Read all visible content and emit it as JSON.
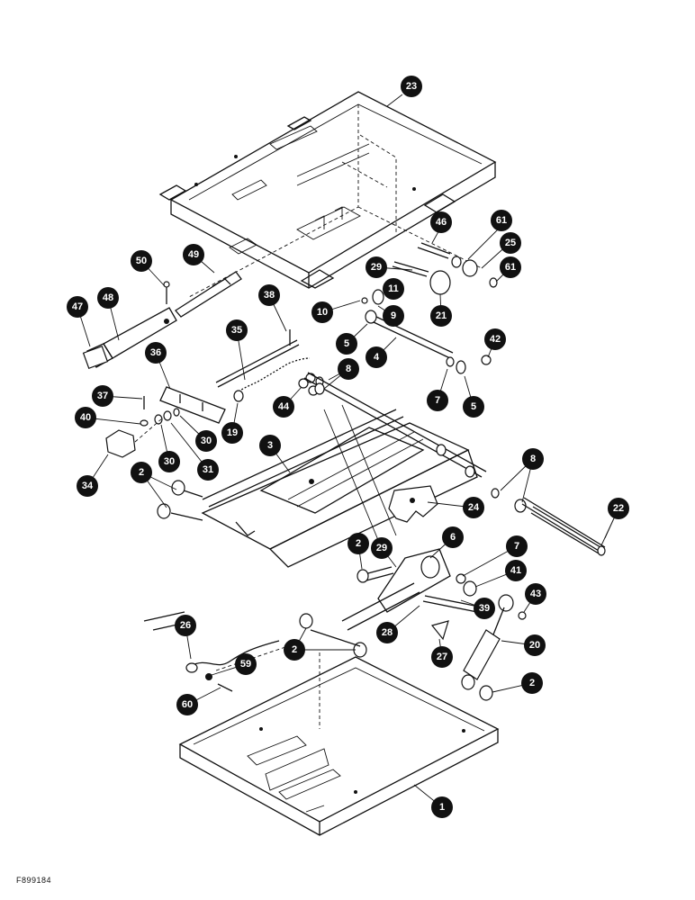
{
  "figure_code": "F899184",
  "callouts": [
    {
      "label": "23"
    },
    {
      "label": "46"
    },
    {
      "label": "61"
    },
    {
      "label": "25"
    },
    {
      "label": "61"
    },
    {
      "label": "29"
    },
    {
      "label": "11"
    },
    {
      "label": "21"
    },
    {
      "label": "50"
    },
    {
      "label": "49"
    },
    {
      "label": "47"
    },
    {
      "label": "48"
    },
    {
      "label": "38"
    },
    {
      "label": "10"
    },
    {
      "label": "9"
    },
    {
      "label": "35"
    },
    {
      "label": "5"
    },
    {
      "label": "42"
    },
    {
      "label": "36"
    },
    {
      "label": "4"
    },
    {
      "label": "8"
    },
    {
      "label": "37"
    },
    {
      "label": "44"
    },
    {
      "label": "7"
    },
    {
      "label": "5"
    },
    {
      "label": "40"
    },
    {
      "label": "19"
    },
    {
      "label": "30"
    },
    {
      "label": "30"
    },
    {
      "label": "31"
    },
    {
      "label": "34"
    },
    {
      "label": "3"
    },
    {
      "label": "8"
    },
    {
      "label": "2"
    },
    {
      "label": "22"
    },
    {
      "label": "24"
    },
    {
      "label": "6"
    },
    {
      "label": "2"
    },
    {
      "label": "29"
    },
    {
      "label": "7"
    },
    {
      "label": "41"
    },
    {
      "label": "43"
    },
    {
      "label": "39"
    },
    {
      "label": "26"
    },
    {
      "label": "28"
    },
    {
      "label": "20"
    },
    {
      "label": "2"
    },
    {
      "label": "27"
    },
    {
      "label": "59"
    },
    {
      "label": "2"
    },
    {
      "label": "60"
    },
    {
      "label": "1"
    }
  ]
}
